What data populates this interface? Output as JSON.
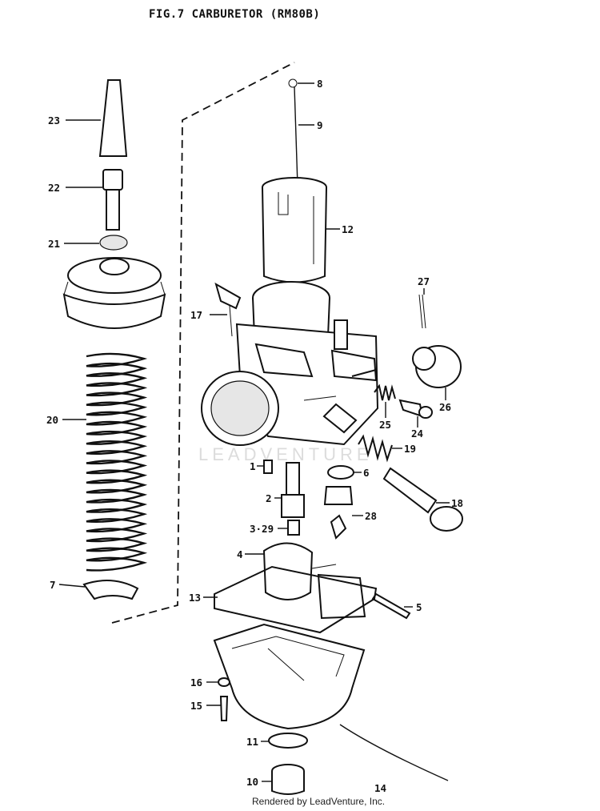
{
  "title": "FIG.7  CARBURETOR (RM80B)",
  "footer": "Rendered by LeadVenture, Inc.",
  "watermark": "LEADVENTURE",
  "callouts": [
    {
      "id": "23",
      "text": "23"
    },
    {
      "id": "22",
      "text": "22"
    },
    {
      "id": "21",
      "text": "21"
    },
    {
      "id": "20",
      "text": "20"
    },
    {
      "id": "7",
      "text": "7"
    },
    {
      "id": "8",
      "text": "8"
    },
    {
      "id": "9",
      "text": "9"
    },
    {
      "id": "12",
      "text": "12"
    },
    {
      "id": "17",
      "text": "17"
    },
    {
      "id": "27",
      "text": "27"
    },
    {
      "id": "26",
      "text": "26"
    },
    {
      "id": "25",
      "text": "25"
    },
    {
      "id": "24",
      "text": "24"
    },
    {
      "id": "19",
      "text": "19"
    },
    {
      "id": "1",
      "text": "1"
    },
    {
      "id": "6",
      "text": "6"
    },
    {
      "id": "18",
      "text": "18"
    },
    {
      "id": "2",
      "text": "2"
    },
    {
      "id": "28",
      "text": "28"
    },
    {
      "id": "3-29",
      "text": "3·29"
    },
    {
      "id": "4",
      "text": "4"
    },
    {
      "id": "13",
      "text": "13"
    },
    {
      "id": "5",
      "text": "5"
    },
    {
      "id": "16",
      "text": "16"
    },
    {
      "id": "15",
      "text": "15"
    },
    {
      "id": "11",
      "text": "11"
    },
    {
      "id": "10",
      "text": "10"
    },
    {
      "id": "14",
      "text": "14"
    }
  ]
}
